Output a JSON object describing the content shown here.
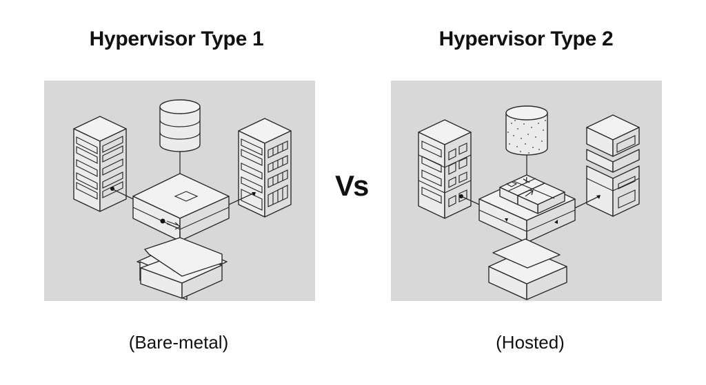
{
  "left": {
    "title": "Hypervisor Type 1",
    "subtitle": "(Bare-metal)",
    "components": [
      "database-cylinder",
      "server-rack-left",
      "server-rack-right",
      "hypervisor-layer",
      "hardware-layer"
    ]
  },
  "right": {
    "title": "Hypervisor Type 2",
    "subtitle": "(Hosted)",
    "components": [
      "database-cylinder-dotted",
      "server-building-left",
      "server-stack-right",
      "hosted-hypervisor-with-vms",
      "hardware-layer"
    ]
  },
  "separator": {
    "label": "Vs"
  },
  "colors": {
    "panel_bg": "#d8d8d8",
    "stroke": "#2a2a2a",
    "shape_fill": "#ececec",
    "text": "#111111"
  }
}
